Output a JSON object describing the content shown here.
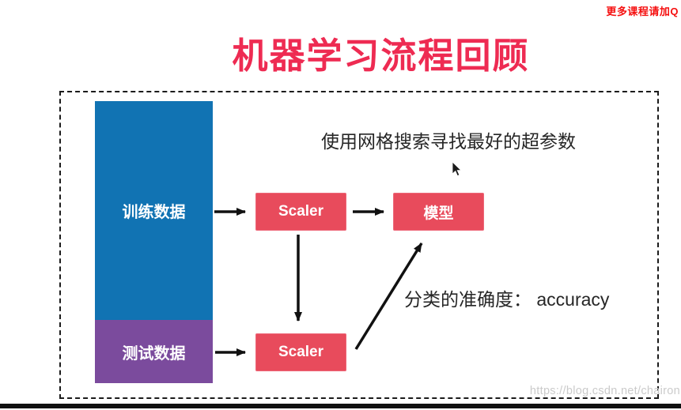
{
  "page": {
    "corner_note": "更多课程请加Q",
    "title": "机器学习流程回顾",
    "watermark": "https://blog.csdn.net/chairon"
  },
  "diagram": {
    "annotations": {
      "grid_search": "使用网格搜索寻找最好的超参数",
      "metric": "分类的准确度： accuracy"
    },
    "nodes": {
      "train_data": {
        "label": "训练数据",
        "color": "#1173b3"
      },
      "test_data": {
        "label": "测试数据",
        "color": "#7b4b9d"
      },
      "scaler_top": {
        "label": "Scaler",
        "color": "#e84b5c"
      },
      "model": {
        "label": "模型",
        "color": "#e84b5c"
      },
      "scaler_bottom": {
        "label": "Scaler",
        "color": "#e84b5c"
      }
    },
    "edges": [
      {
        "from": "train_data",
        "to": "scaler_top"
      },
      {
        "from": "scaler_top",
        "to": "model"
      },
      {
        "from": "scaler_top",
        "to": "scaler_bottom"
      },
      {
        "from": "test_data",
        "to": "scaler_bottom"
      },
      {
        "from": "scaler_bottom",
        "to": "model"
      }
    ],
    "colors": {
      "title": "#ee2b52",
      "corner_note": "#f50f0f",
      "arrow": "#111111",
      "watermark": "#cbcbcb",
      "border": "#1b1b1b"
    }
  }
}
